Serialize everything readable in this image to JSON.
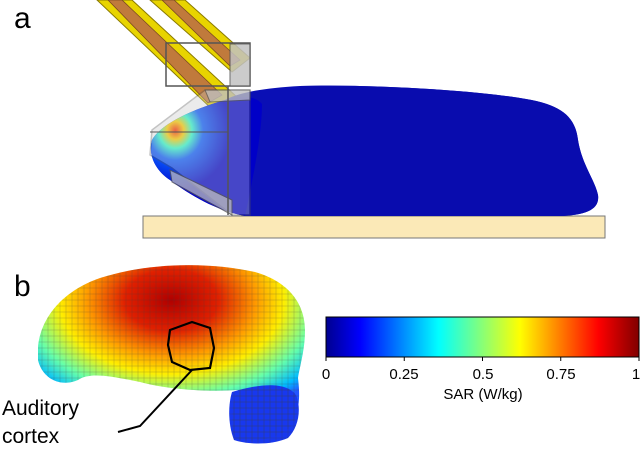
{
  "panels": {
    "a": "a",
    "b": "b"
  },
  "annotation": {
    "line1": "Auditory",
    "line2": "cortex"
  },
  "colorbar": {
    "title": "SAR (W/kg)",
    "ticks": [
      "0",
      "0.25",
      "0.5",
      "0.75",
      "1"
    ],
    "tick_values": [
      0,
      0.25,
      0.5,
      0.75,
      1
    ],
    "range": [
      0,
      1
    ],
    "colormap": "jet",
    "colors": [
      "#00008f",
      "#0000ff",
      "#00ffff",
      "#ffff00",
      "#ff0000",
      "#800000"
    ]
  }
}
